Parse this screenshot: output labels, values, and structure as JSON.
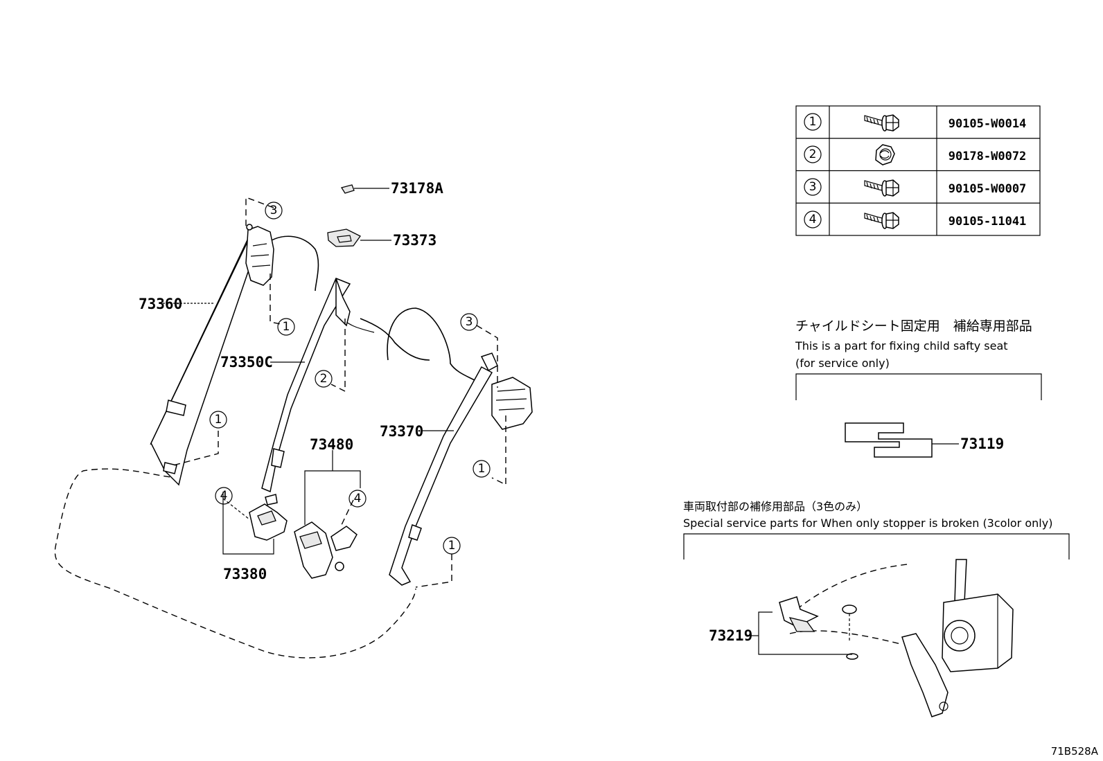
{
  "fastener_table": [
    {
      "ref": "1",
      "icon": "flange-bolt-icon",
      "part_no": "90105-W0014"
    },
    {
      "ref": "2",
      "icon": "flange-nut-icon",
      "part_no": "90178-W0072"
    },
    {
      "ref": "3",
      "icon": "flange-bolt-icon",
      "part_no": "90105-W0007"
    },
    {
      "ref": "4",
      "icon": "flange-bolt-icon",
      "part_no": "90105-11041"
    }
  ],
  "parts": {
    "p73178A": "73178A",
    "p73373": "73373",
    "p73360": "73360",
    "p73350C": "73350C",
    "p73370": "73370",
    "p73480": "73480",
    "p73380": "73380",
    "p73119": "73119",
    "p73219": "73219"
  },
  "callouts": {
    "c1": "1",
    "c2": "2",
    "c3": "3",
    "c4": "4"
  },
  "child_seat_note": {
    "jp": "チャイルドシート固定用　補給専用部品",
    "en1": "This is a part for fixing child safty seat",
    "en2": "(for service only)"
  },
  "stopper_note": {
    "jp": "車両取付部の補修用部品（3色のみ）",
    "en": "Special service parts for When only stopper is broken (3color only)"
  },
  "illustration_ref": "71B528A"
}
